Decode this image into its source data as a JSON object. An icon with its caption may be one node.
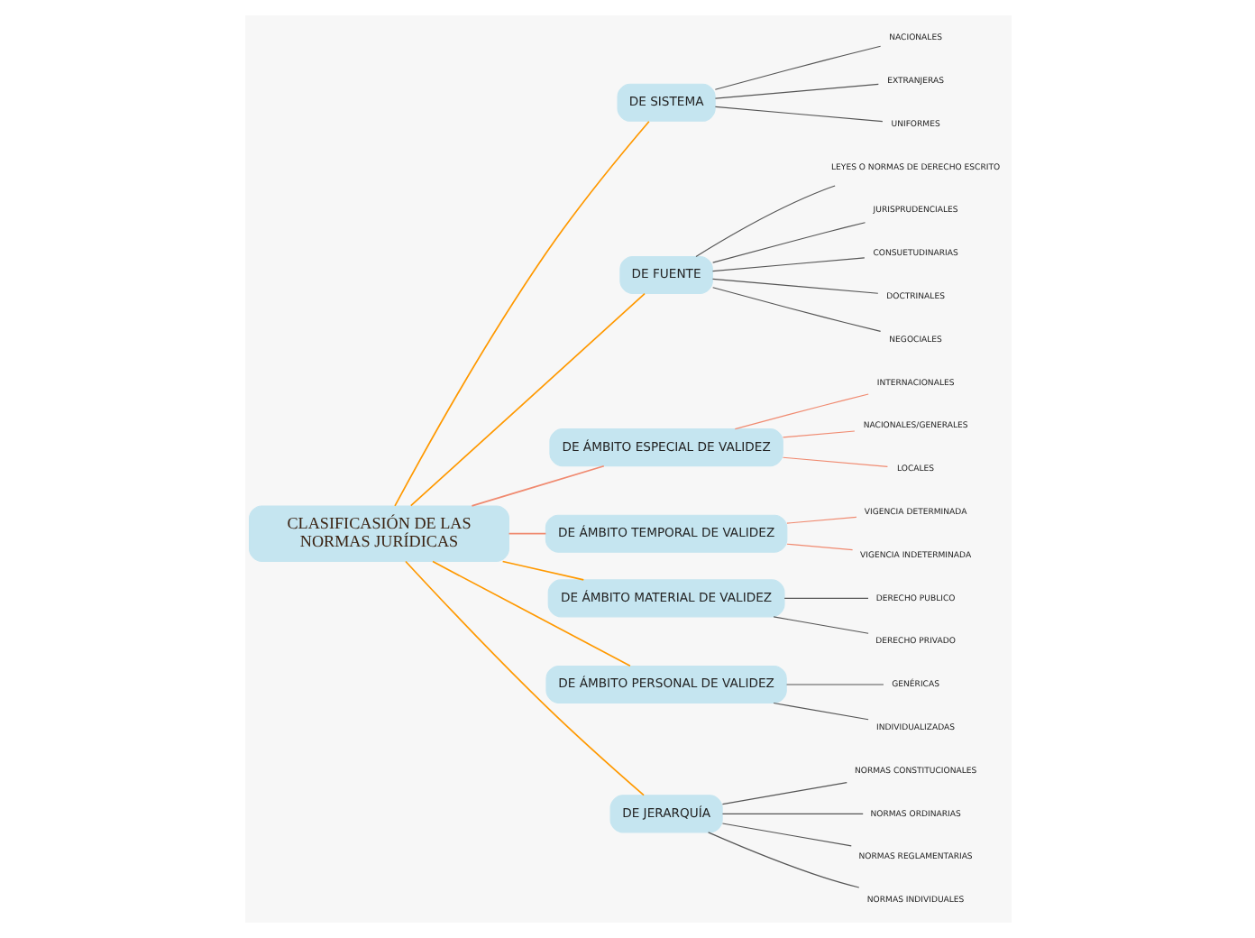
{
  "diagram": {
    "nodes": [
      {
        "text": [
          "CLASIFICASIÓN DE LAS NORMAS JURÍDICAS"
        ]
      },
      {
        "text": [
          "DE SISTEMA"
        ]
      },
      {
        "text": [
          "NACIONALES"
        ]
      },
      {
        "text": [
          "EXTRANJERAS"
        ]
      },
      {
        "text": [
          "UNIFORMES"
        ]
      },
      {
        "text": [
          "DE FUENTE"
        ]
      },
      {
        "text": [
          "LEYES O NORMAS DE DERECHO ESCRITO"
        ]
      },
      {
        "text": [
          "JURISPRUDENCIALES"
        ]
      },
      {
        "text": [
          "CONSUETUDINARIAS"
        ]
      },
      {
        "text": [
          "DOCTRINALES"
        ]
      },
      {
        "text": [
          "NEGOCIALES"
        ]
      },
      {
        "text": [
          "DE ÁMBITO ESPECIAL DE VALIDEZ"
        ]
      },
      {
        "text": [
          "INTERNACIONALES"
        ]
      },
      {
        "text": [
          "NACIONALES/GENERALES"
        ]
      },
      {
        "text": [
          "LOCALES"
        ]
      },
      {
        "text": [
          "DE ÁMBITO TEMPORAL DE VALIDEZ"
        ]
      },
      {
        "text": [
          "VIGENCIA DETERMINADA"
        ]
      },
      {
        "text": [
          "VIGENCIA INDETERMINADA"
        ]
      },
      {
        "text": [
          "DE ÁMBITO MATERIAL DE VALIDEZ"
        ]
      },
      {
        "text": [
          "DERECHO PUBLICO"
        ]
      },
      {
        "text": [
          "DERECHO PRIVADO"
        ]
      },
      {
        "text": [
          "DE ÁMBITO PERSONAL DE VALIDEZ"
        ]
      },
      {
        "text": [
          "GENÉRICAS"
        ]
      },
      {
        "text": [
          "INDIVIDUALIZADAS"
        ]
      },
      {
        "text": [
          "DE JERARQUÍA"
        ]
      },
      {
        "text": [
          "NORMAS CONSTITUCIONALES"
        ]
      },
      {
        "text": [
          "NORMAS ORDINARIAS"
        ]
      },
      {
        "text": [
          "NORMAS REGLAMENTARIAS"
        ]
      },
      {
        "text": [
          "NORMAS INDIVIDUALES"
        ]
      }
    ],
    "edges": [
      {
        "from": 0,
        "to": 1,
        "arrow": "none",
        "color": "#ff9900"
      },
      {
        "from": 1,
        "to": 2,
        "arrow": "none",
        "color": "#555555"
      },
      {
        "from": 1,
        "to": 3,
        "arrow": "none",
        "color": "#555555"
      },
      {
        "from": 1,
        "to": 4,
        "arrow": "none",
        "color": "#555555"
      },
      {
        "from": 0,
        "to": 5,
        "arrow": "none",
        "color": "#ff9900"
      },
      {
        "from": 5,
        "to": 6,
        "arrow": "none",
        "color": "#555555"
      },
      {
        "from": 5,
        "to": 7,
        "arrow": "none",
        "color": "#555555"
      },
      {
        "from": 5,
        "to": 8,
        "arrow": "none",
        "color": "#555555"
      },
      {
        "from": 5,
        "to": 9,
        "arrow": "none",
        "color": "#555555"
      },
      {
        "from": 5,
        "to": 10,
        "arrow": "none",
        "color": "#555555"
      },
      {
        "from": 0,
        "to": 11,
        "arrow": "none",
        "color": "#f08a70"
      },
      {
        "from": 11,
        "to": 12,
        "arrow": "none",
        "color": "#f08a70"
      },
      {
        "from": 11,
        "to": 13,
        "arrow": "none",
        "color": "#f08a70"
      },
      {
        "from": 11,
        "to": 14,
        "arrow": "none",
        "color": "#f08a70"
      },
      {
        "from": 0,
        "to": 15,
        "arrow": "none",
        "color": "#f08a70"
      },
      {
        "from": 15,
        "to": 16,
        "arrow": "none",
        "color": "#f08a70"
      },
      {
        "from": 15,
        "to": 17,
        "arrow": "none",
        "color": "#f08a70"
      },
      {
        "from": 0,
        "to": 18,
        "arrow": "none",
        "color": "#ff9900"
      },
      {
        "from": 18,
        "to": 19,
        "arrow": "none",
        "color": "#555555"
      },
      {
        "from": 18,
        "to": 20,
        "arrow": "none",
        "color": "#555555"
      },
      {
        "from": 0,
        "to": 21,
        "arrow": "none",
        "color": "#ff9900"
      },
      {
        "from": 21,
        "to": 22,
        "arrow": "none",
        "color": "#555555"
      },
      {
        "from": 21,
        "to": 23,
        "arrow": "none",
        "color": "#555555"
      },
      {
        "from": 0,
        "to": 24,
        "arrow": "none",
        "color": "#ff9900"
      },
      {
        "from": 24,
        "to": 25,
        "arrow": "none",
        "color": "#555555"
      },
      {
        "from": 24,
        "to": 26,
        "arrow": "none",
        "color": "#555555"
      },
      {
        "from": 24,
        "to": 27,
        "arrow": "none",
        "color": "#555555"
      },
      {
        "from": 24,
        "to": 28,
        "arrow": "none",
        "color": "#555555"
      }
    ]
  }
}
